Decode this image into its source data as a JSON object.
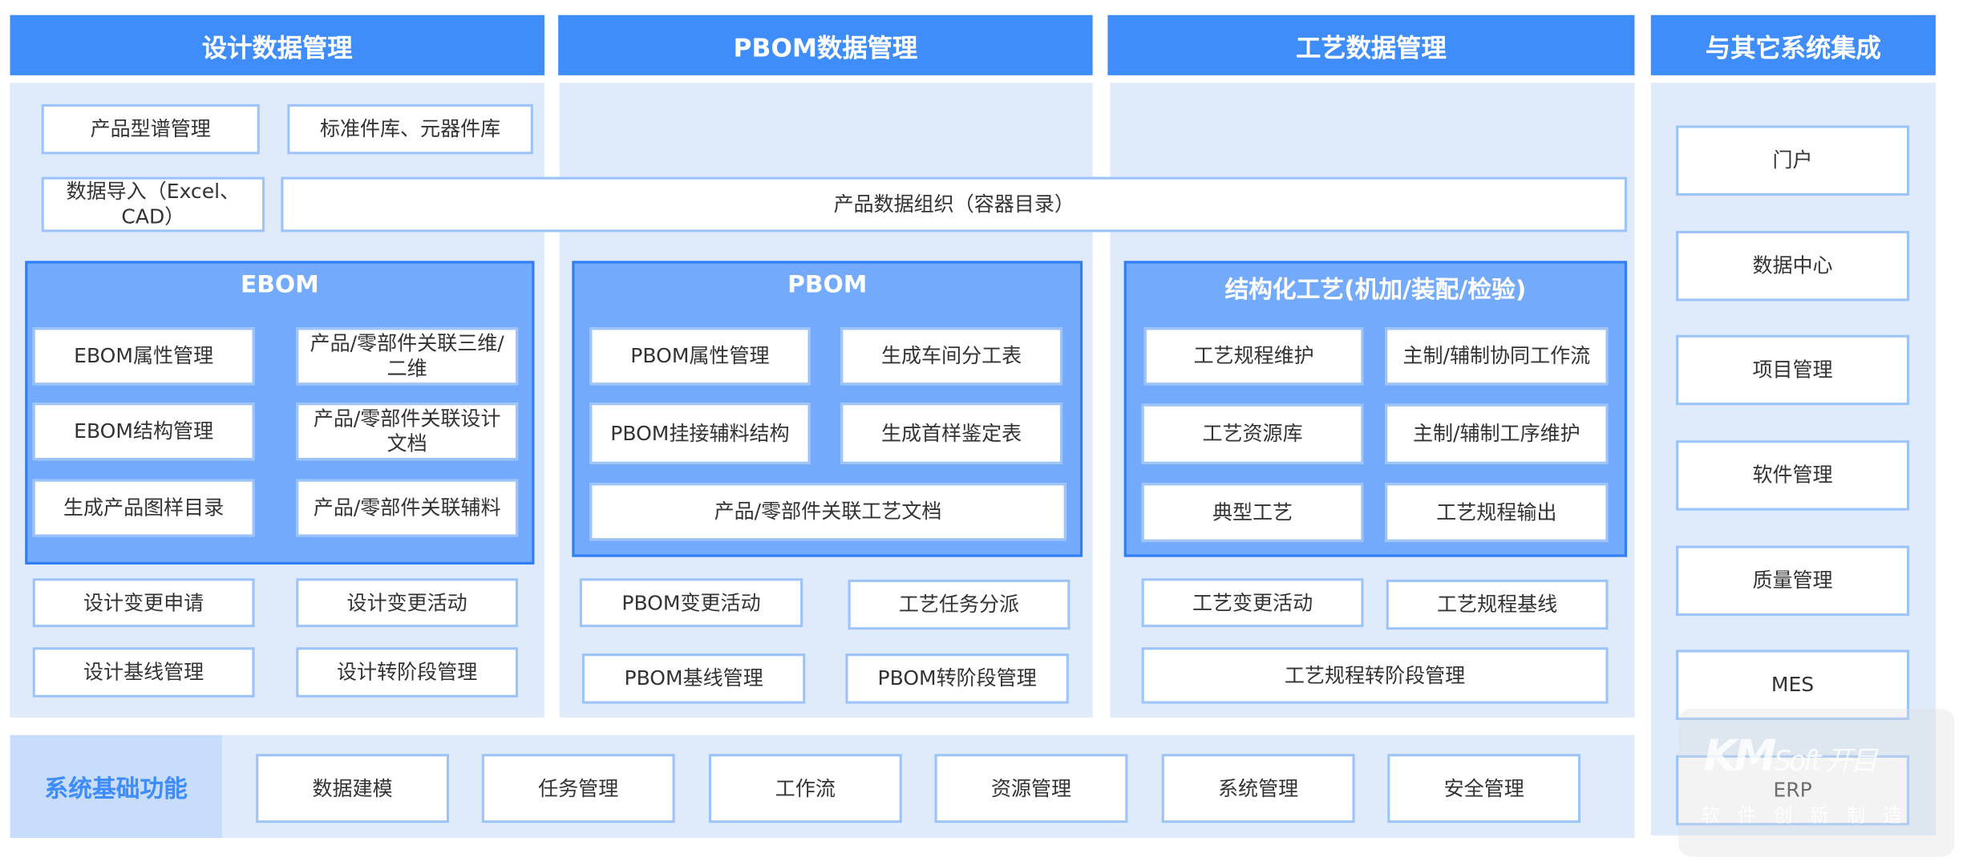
{
  "columns": {
    "design": {
      "title": "设计数据管理",
      "top": [
        "产品型谱管理",
        "标准件库、元器件库",
        "数据导入（Excel、CAD）"
      ],
      "group": {
        "title": "EBOM",
        "items": [
          "EBOM属性管理",
          "产品/零部件关联三维/二维",
          "EBOM结构管理",
          "产品/零部件关联设计文档",
          "生成产品图样目录",
          "产品/零部件关联辅料"
        ]
      },
      "bottom": [
        "设计变更申请",
        "设计变更活动",
        "设计基线管理",
        "设计转阶段管理"
      ]
    },
    "pbom": {
      "title": "PBOM数据管理",
      "group": {
        "title": "PBOM",
        "items": [
          "PBOM属性管理",
          "生成车间分工表",
          "PBOM挂接辅料结构",
          "生成首样鉴定表",
          "产品/零部件关联工艺文档"
        ]
      },
      "bottom": [
        "PBOM变更活动",
        "工艺任务分派",
        "PBOM基线管理",
        "PBOM转阶段管理"
      ]
    },
    "process": {
      "title": "工艺数据管理",
      "group": {
        "title": "结构化工艺(机加/装配/检验)",
        "items": [
          "工艺规程维护",
          "主制/辅制协同工作流",
          "工艺资源库",
          "主制/辅制工序维护",
          "典型工艺",
          "工艺规程输出"
        ]
      },
      "bottom": [
        "工艺变更活动",
        "工艺规程基线",
        "工艺规程转阶段管理"
      ]
    },
    "integration": {
      "title": "与其它系统集成",
      "items": [
        "门户",
        "数据中心",
        "项目管理",
        "软件管理",
        "质量管理",
        "MES",
        "ERP"
      ]
    }
  },
  "shared": {
    "product_data_org": "产品数据组织（容器目录）"
  },
  "base": {
    "label": "系统基础功能",
    "items": [
      "数据建模",
      "任务管理",
      "工作流",
      "资源管理",
      "系统管理",
      "安全管理"
    ]
  },
  "watermark": {
    "logo": "KMSoft 开目",
    "slogan": "软件创新制造"
  },
  "colors": {
    "header": "#3f8cfb",
    "panel": "#dfebfb",
    "group": "#73aafc",
    "border": "#9cc3fa"
  }
}
